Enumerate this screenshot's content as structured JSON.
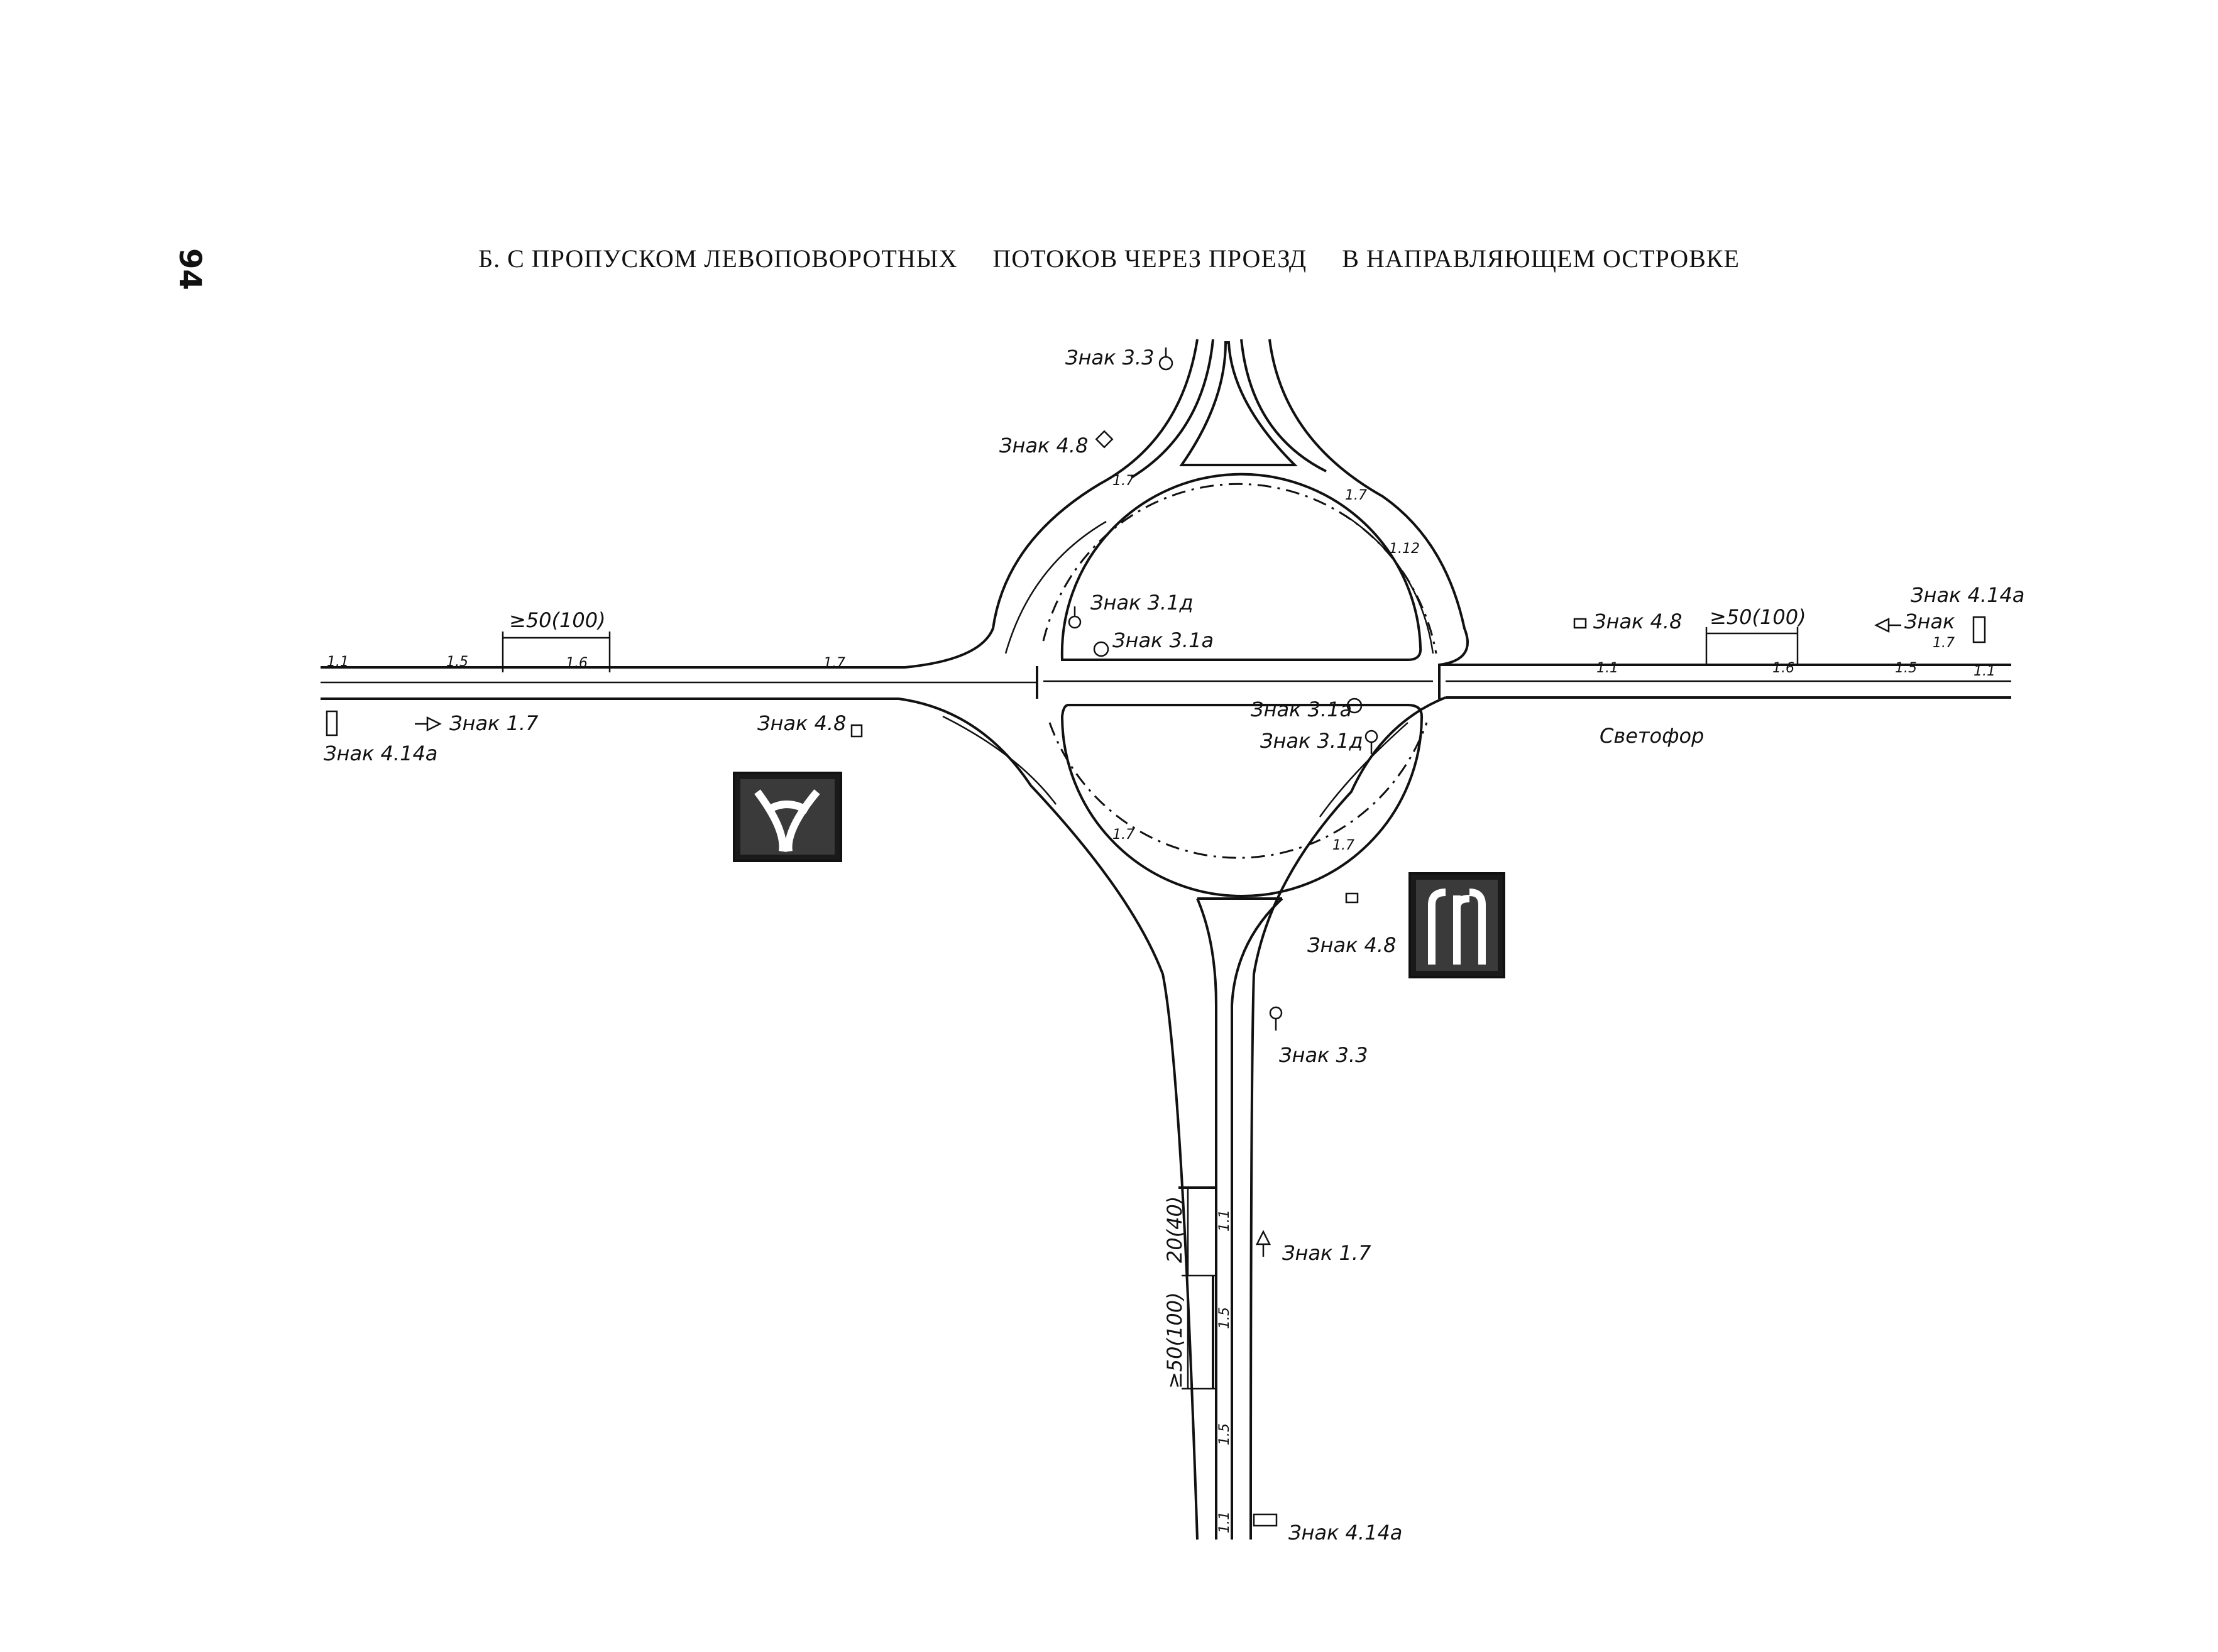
{
  "page_number": "94",
  "heading": {
    "part1": "Б. С ПРОПУСКОМ ЛЕВОПОВОРОТНЫХ",
    "part2": "ПОТОКОВ ЧЕРЕЗ ПРОЕЗД",
    "part3": "В НАПРАВЛЯЮЩЕМ ОСТРОВКЕ"
  },
  "signs": {
    "s33_top": "Знак 3.3",
    "s48_top": "Знак 4.8",
    "s31d_top": "Знак 3.1д",
    "s31a_top": "Знак 3.1а",
    "s48_right": "Знак 4.8",
    "s414a_right": "Знак 4.14а",
    "s17_right": "Знак",
    "s17_right_num": "1.7",
    "s17_left": "Знак 1.7",
    "s414a_left": "Знак 4.14а",
    "s48_left": "Знак 4.8",
    "s31a_bottom": "Знак 3.1а",
    "s31d_bottom": "Знак 3.1д",
    "svetofor": "Светофор",
    "s48_bottom": "Знак 4.8",
    "s33_bottom": "Знак 3.3",
    "s17_bottom": "Знак 1.7",
    "s414a_bottom": "Знак 4.14а"
  },
  "dimensions": {
    "left": "≥50(100)",
    "right": "≥50(100)",
    "bottom_upper": "20(40)",
    "bottom_lower": "≥50(100)"
  },
  "markings": {
    "m11": "1.1",
    "m15": "1.5",
    "m16": "1.6",
    "m17": "1.7",
    "m112": "1.12"
  }
}
